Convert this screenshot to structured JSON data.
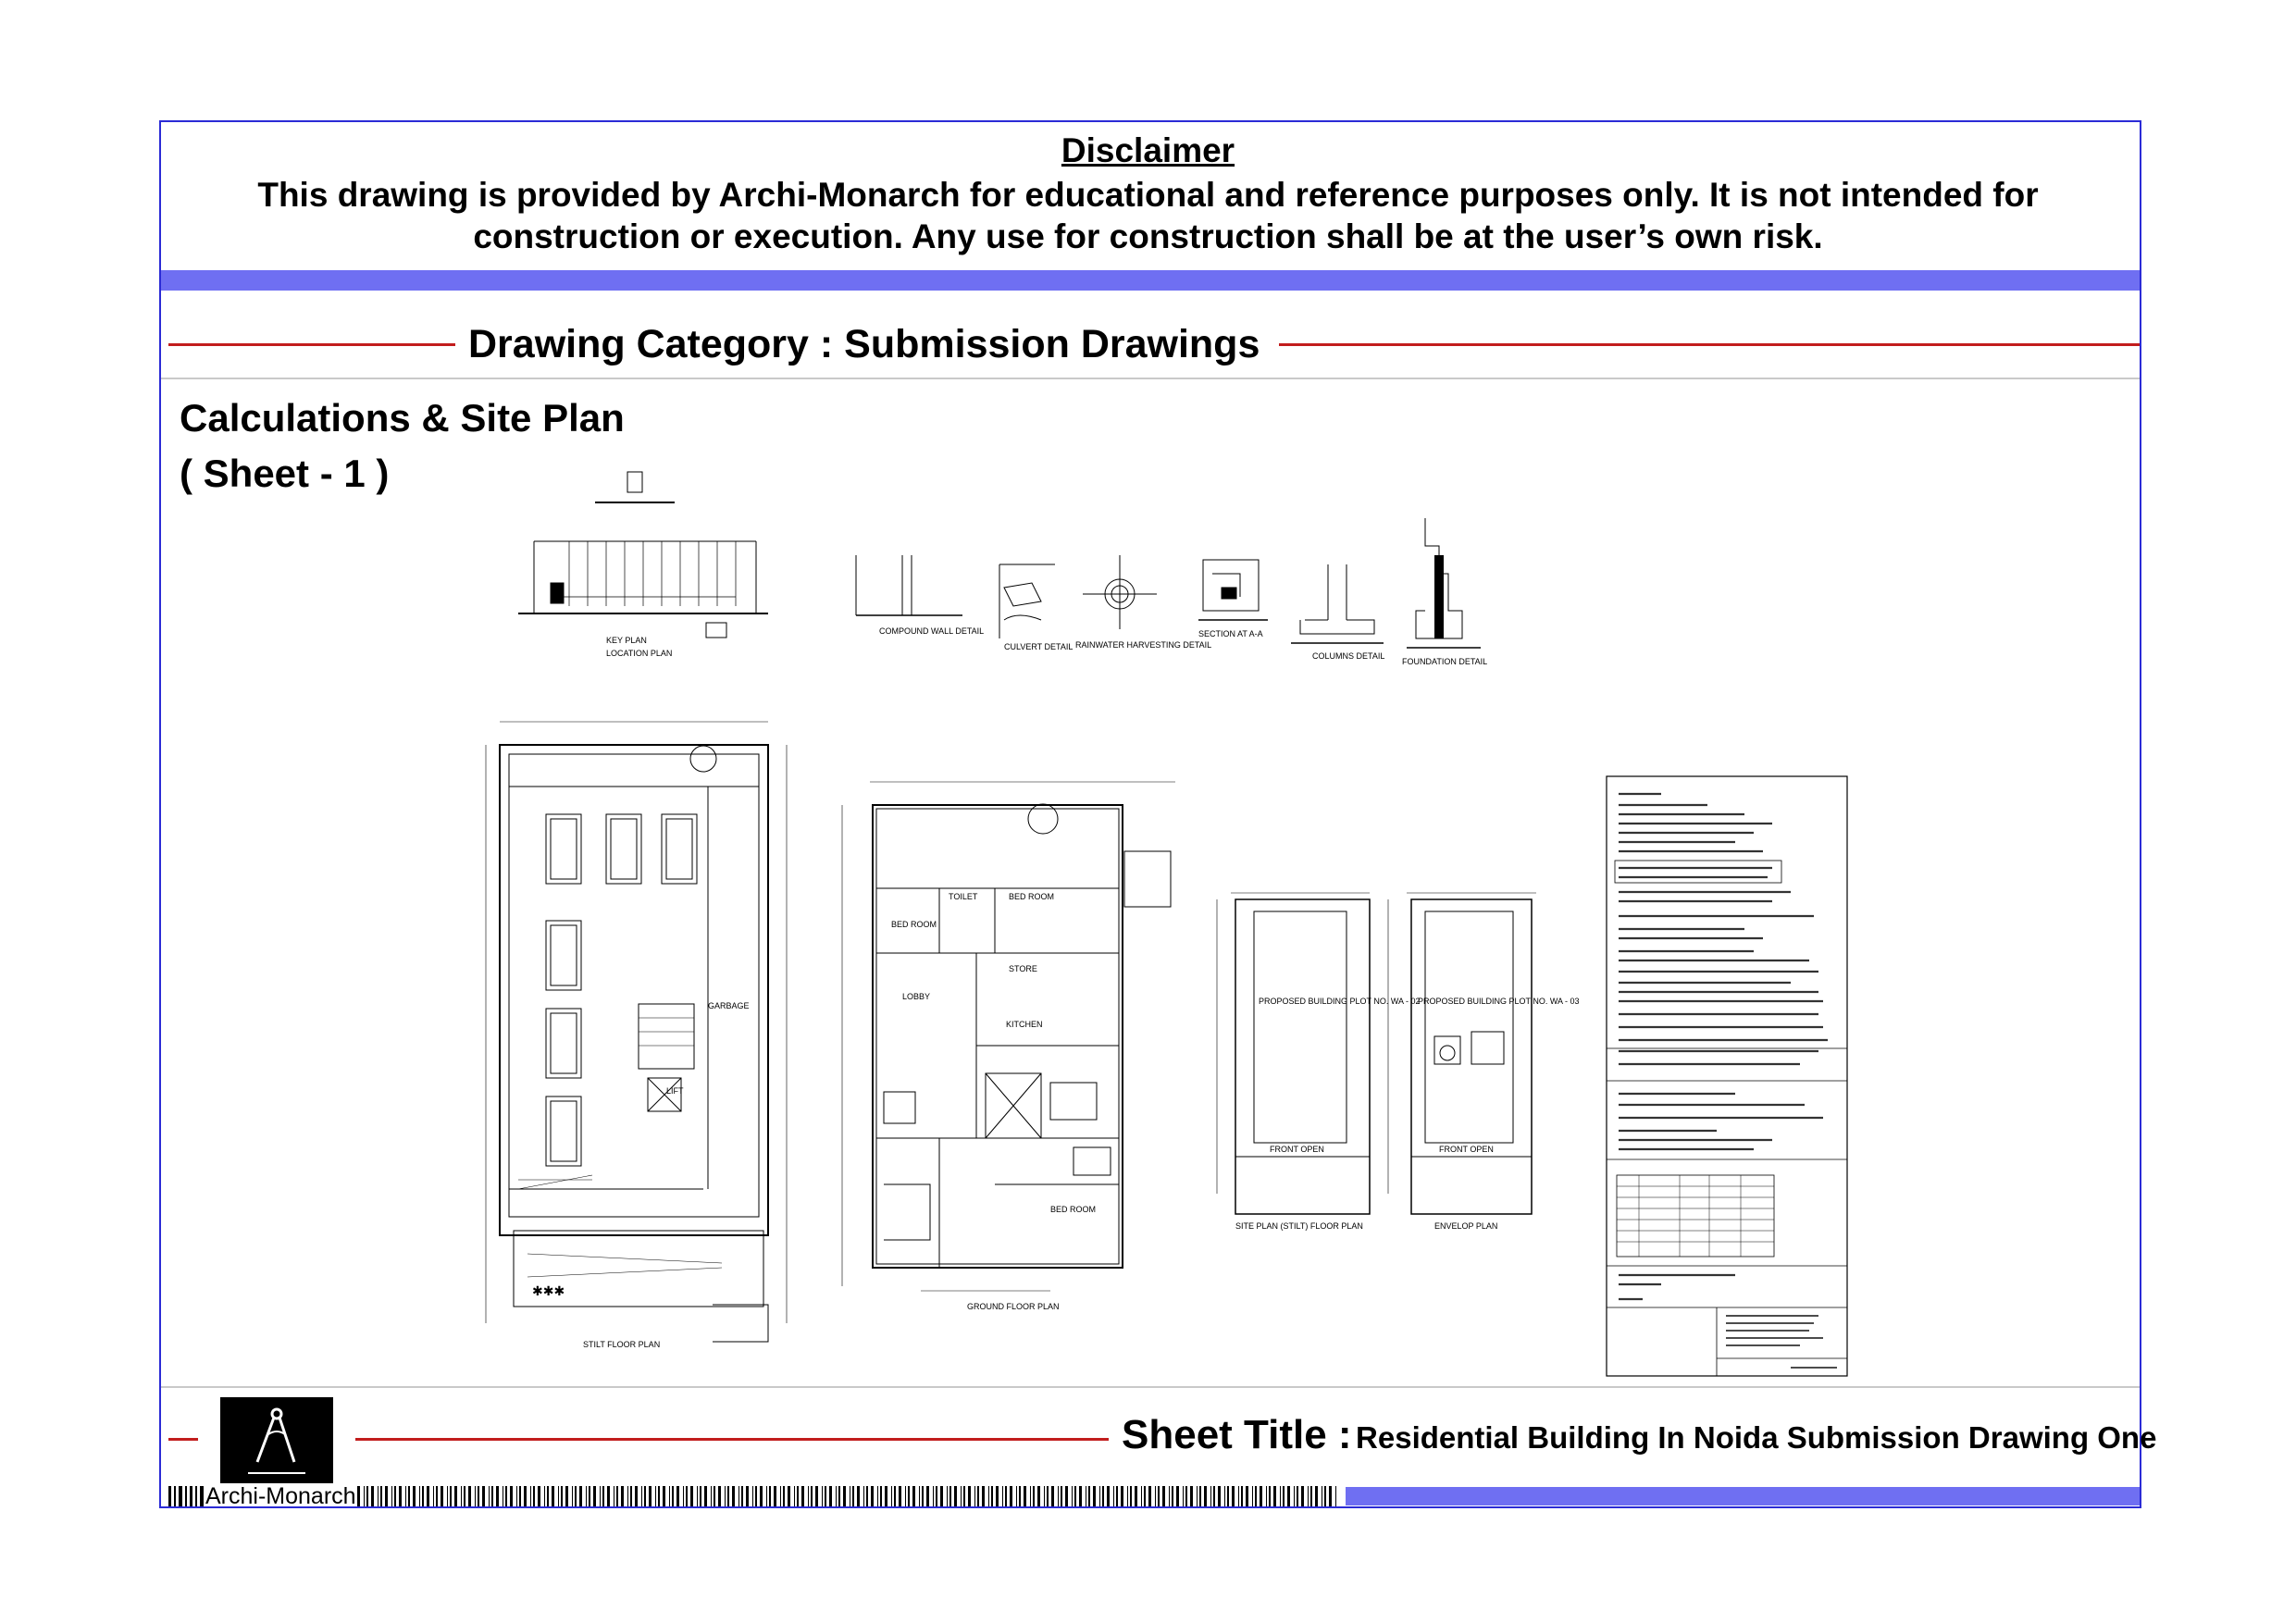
{
  "disclaimer": {
    "title": "Disclaimer",
    "text": "This drawing is provided by Archi-Monarch for educational and reference purposes only. It is not intended for construction or execution. Any use for construction shall be at the user’s own risk."
  },
  "category": {
    "label": "Drawing Category : Submission Drawings"
  },
  "sheet": {
    "heading": "Calculations & Site Plan",
    "number": "( Sheet - 1 )"
  },
  "details": {
    "key_plan": "KEY PLAN",
    "location_plan": "LOCATION PLAN",
    "compound_wall": "COMPOUND WALL DETAIL",
    "culvert": "CULVERT DETAIL",
    "rainwater": "RAINWATER HARVESTING DETAIL",
    "section": "SECTION AT A-A",
    "column": "COLUMNS DETAIL",
    "foundation": "FOUNDATION DETAIL"
  },
  "plans": {
    "stilt": "STILT FLOOR PLAN",
    "ground": "GROUND FLOOR PLAN",
    "site": "SITE PLAN (STILT) FLOOR PLAN",
    "envelop": "ENVELOP PLAN",
    "plot_a": "PROPOSED BUILDING PLOT NO. WA - 02",
    "plot_b": "PROPOSED BUILDING PLOT NO. WA - 03",
    "front_open": "FRONT OPEN",
    "rooms": {
      "bed_room": "BED ROOM",
      "toilet": "TOILET",
      "lobby": "LOBBY",
      "store": "STORE",
      "kitchen": "KITCHEN",
      "lift": "LIFT",
      "garbage": "GARBAGE"
    }
  },
  "footer": {
    "title_label": "Sheet Title :",
    "title_value": "Residential Building In Noida Submission Drawing One",
    "brand": "Archi-Monarch"
  }
}
